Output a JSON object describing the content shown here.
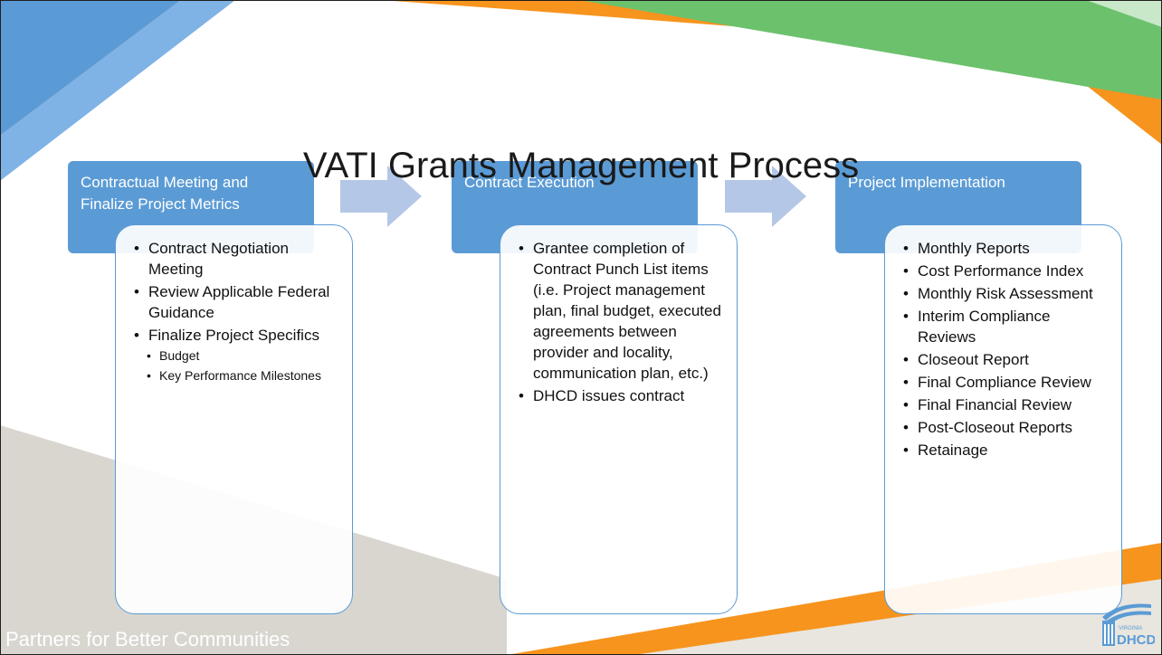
{
  "title": "VATI Grants Management Process",
  "footer": "Partners for Better Communities",
  "logo": {
    "name": "dhcd-logo",
    "small_text": "VIRGINIA",
    "big_text": "DHCD"
  },
  "colors": {
    "accent_blue": "#5b9bd5",
    "arrow_blue": "#b4c7e7",
    "orange": "#f7941d",
    "green": "#6cc16c",
    "gray": "#d9d6d0"
  },
  "stages": [
    {
      "head": "Contractual Meeting and Finalize Project Metrics",
      "items": [
        {
          "text": "Contract Negotiation Meeting",
          "level": 1
        },
        {
          "text": "Review Applicable Federal Guidance",
          "level": 1
        },
        {
          "text": "Finalize Project Specifics",
          "level": 1
        },
        {
          "text": "Budget",
          "level": 2
        },
        {
          "text": "Key Performance Milestones",
          "level": 2
        }
      ]
    },
    {
      "head": "Contract Execution",
      "items": [
        {
          "text": "Grantee completion of Contract Punch List items (i.e. Project management plan, final budget, executed agreements between provider and locality, communication plan, etc.)",
          "level": 1
        },
        {
          "text": "DHCD issues contract",
          "level": 1
        }
      ]
    },
    {
      "head": "Project Implementation",
      "items": [
        {
          "text": "Monthly Reports",
          "level": 1
        },
        {
          "text": "Cost Performance Index",
          "level": 1
        },
        {
          "text": "Monthly Risk Assessment",
          "level": 1
        },
        {
          "text": "Interim  Compliance Reviews",
          "level": 1
        },
        {
          "text": "Closeout Report",
          "level": 1
        },
        {
          "text": "Final Compliance Review",
          "level": 1
        },
        {
          "text": "Final Financial Review",
          "level": 1
        },
        {
          "text": "Post-Closeout Reports",
          "level": 1
        },
        {
          "text": "Retainage",
          "level": 1
        }
      ]
    }
  ]
}
